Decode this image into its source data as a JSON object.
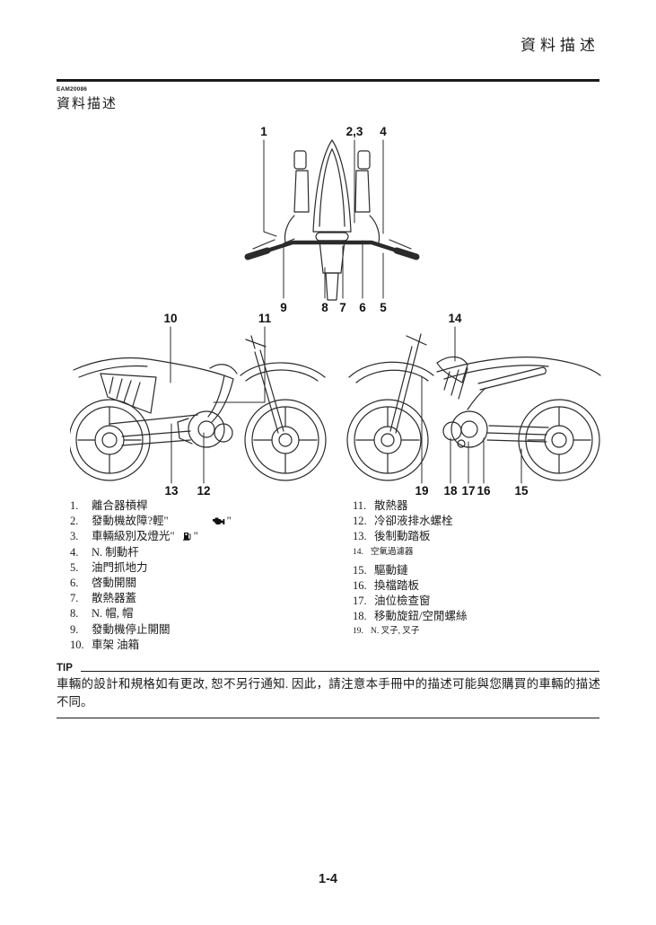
{
  "header": {
    "title": "資料描述"
  },
  "section": {
    "code": "EAM20086",
    "title": "資料描述"
  },
  "front_view": {
    "top": [
      "1",
      "2,3",
      "4"
    ],
    "bottom": [
      "9",
      "8",
      "7",
      "6",
      "5"
    ]
  },
  "left_view": {
    "top": [
      "10",
      "11"
    ],
    "bottom": [
      "13",
      "12"
    ]
  },
  "right_view": {
    "top": [
      "14"
    ],
    "bottom": [
      "19",
      "18",
      "17",
      "16",
      "15"
    ]
  },
  "parts": {
    "left": [
      {
        "num": "1.",
        "label": "離合器槓桿"
      },
      {
        "num": "2.",
        "label": "發動機故障?輕\"",
        "icon": "engine-warning-icon",
        "suffix": "\""
      },
      {
        "num": "3.",
        "label": "車輛級別及燈光\"",
        "icon": "fuel-pump-icon",
        "suffix": "\""
      },
      {
        "num": "4.",
        "label": "N. 制動杆"
      },
      {
        "num": "5.",
        "label": "油門抓地力"
      },
      {
        "num": "6.",
        "label": "啓動開關"
      },
      {
        "num": "7.",
        "label": "散熱器蓋"
      },
      {
        "num": "8.",
        "label": "N. 帽, 帽"
      },
      {
        "num": "9.",
        "label": "發動機停止開關"
      },
      {
        "num": "10.",
        "label": "車架 油箱"
      }
    ],
    "right": [
      {
        "num": "11.",
        "label": "散熱器"
      },
      {
        "num": "12.",
        "label": "冷卻液排水螺栓"
      },
      {
        "num": "13.",
        "label": "後制動踏板"
      },
      {
        "num": "14.",
        "label": "空氣過濾器"
      },
      {
        "num": "15.",
        "label": "驅動鏈"
      },
      {
        "num": "16.",
        "label": "換檔踏板"
      },
      {
        "num": "17.",
        "label": "油位檢查窗"
      },
      {
        "num": "18.",
        "label": "移動旋鈕/空閒螺絲"
      },
      {
        "num": "19.",
        "label": "N. 叉子, 叉子"
      }
    ]
  },
  "tip": {
    "label": "TIP",
    "body": "車輛的設計和規格如有更改, 恕不另行通知. 因此，請注意本手冊中的描述可能與您購買的車輛的描述不同。"
  },
  "footer": {
    "page_number": "1-4"
  },
  "colors": {
    "ink": "#1a1a1a",
    "line_art": "#2b2b2b"
  }
}
